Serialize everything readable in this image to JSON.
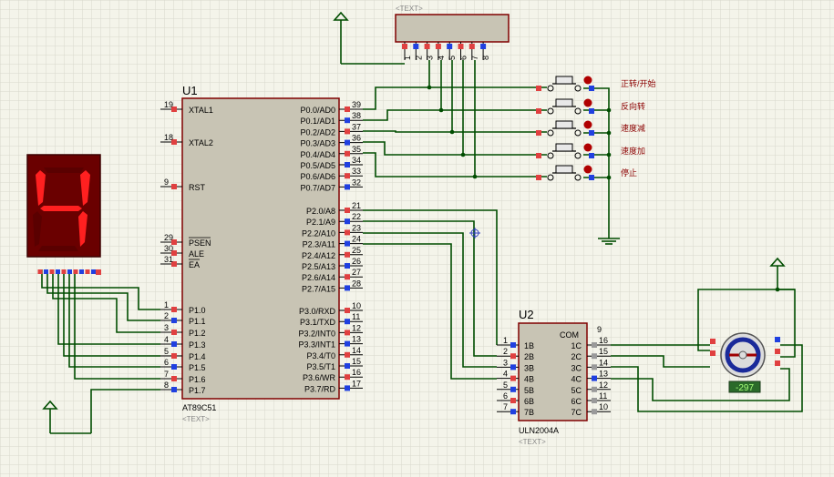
{
  "colors": {
    "wire": "#004d00",
    "component_border": "#800000",
    "component_fill": "#c8c4b4",
    "pin_red": "#e04040",
    "pin_blue": "#2040e0",
    "segment_on": "#ff2020",
    "segment_off": "#5a0000",
    "grid": "#d8d8cc",
    "background": "#f4f4ea"
  },
  "u1": {
    "ref": "U1",
    "part": "AT89C51",
    "text": "<TEXT>",
    "left_pins": [
      {
        "num": "19",
        "label": "XTAL1"
      },
      {
        "num": "18",
        "label": "XTAL2"
      },
      {
        "num": "9",
        "label": "RST"
      },
      {
        "num": "29",
        "label": "PSEN"
      },
      {
        "num": "30",
        "label": "ALE"
      },
      {
        "num": "31",
        "label": "EA"
      },
      {
        "num": "1",
        "label": "P1.0"
      },
      {
        "num": "2",
        "label": "P1.1"
      },
      {
        "num": "3",
        "label": "P1.2"
      },
      {
        "num": "4",
        "label": "P1.3"
      },
      {
        "num": "5",
        "label": "P1.4"
      },
      {
        "num": "6",
        "label": "P1.5"
      },
      {
        "num": "7",
        "label": "P1.6"
      },
      {
        "num": "8",
        "label": "P1.7"
      }
    ],
    "right_pins": [
      {
        "num": "39",
        "label": "P0.0/AD0"
      },
      {
        "num": "38",
        "label": "P0.1/AD1"
      },
      {
        "num": "37",
        "label": "P0.2/AD2"
      },
      {
        "num": "36",
        "label": "P0.3/AD3"
      },
      {
        "num": "35",
        "label": "P0.4/AD4"
      },
      {
        "num": "34",
        "label": "P0.5/AD5"
      },
      {
        "num": "33",
        "label": "P0.6/AD6"
      },
      {
        "num": "32",
        "label": "P0.7/AD7"
      },
      {
        "num": "21",
        "label": "P2.0/A8"
      },
      {
        "num": "22",
        "label": "P2.1/A9"
      },
      {
        "num": "23",
        "label": "P2.2/A10"
      },
      {
        "num": "24",
        "label": "P2.3/A11"
      },
      {
        "num": "25",
        "label": "P2.4/A12"
      },
      {
        "num": "26",
        "label": "P2.5/A13"
      },
      {
        "num": "27",
        "label": "P2.6/A14"
      },
      {
        "num": "28",
        "label": "P2.7/A15"
      },
      {
        "num": "10",
        "label": "P3.0/RXD"
      },
      {
        "num": "11",
        "label": "P3.1/TXD"
      },
      {
        "num": "12",
        "label": "P3.2/INT0"
      },
      {
        "num": "13",
        "label": "P3.3/INT1"
      },
      {
        "num": "14",
        "label": "P3.4/T0"
      },
      {
        "num": "15",
        "label": "P3.5/T1"
      },
      {
        "num": "16",
        "label": "P3.6/WR"
      },
      {
        "num": "17",
        "label": "P3.7/RD"
      }
    ]
  },
  "u2": {
    "ref": "U2",
    "part": "ULN2004A",
    "text": "<TEXT>",
    "com_label": "COM",
    "com_pin": "9",
    "left_pins": [
      {
        "num": "1",
        "label": "1B"
      },
      {
        "num": "2",
        "label": "2B"
      },
      {
        "num": "3",
        "label": "3B"
      },
      {
        "num": "4",
        "label": "4B"
      },
      {
        "num": "5",
        "label": "5B"
      },
      {
        "num": "6",
        "label": "6B"
      },
      {
        "num": "7",
        "label": "7B"
      }
    ],
    "right_pins": [
      {
        "num": "16",
        "label": "1C"
      },
      {
        "num": "15",
        "label": "2C"
      },
      {
        "num": "14",
        "label": "3C"
      },
      {
        "num": "13",
        "label": "4C"
      },
      {
        "num": "12",
        "label": "5C"
      },
      {
        "num": "11",
        "label": "6C"
      },
      {
        "num": "10",
        "label": "7C"
      }
    ]
  },
  "header": {
    "text": "<TEXT>",
    "pins": [
      "1",
      "2",
      "3",
      "4",
      "5",
      "6",
      "7",
      "8"
    ]
  },
  "display": {
    "digit": "4"
  },
  "buttons": [
    {
      "label": "正转/开始"
    },
    {
      "label": "反向转"
    },
    {
      "label": "速度减"
    },
    {
      "label": "速度加"
    },
    {
      "label": "停止"
    }
  ],
  "motor": {
    "readout": "-297"
  }
}
